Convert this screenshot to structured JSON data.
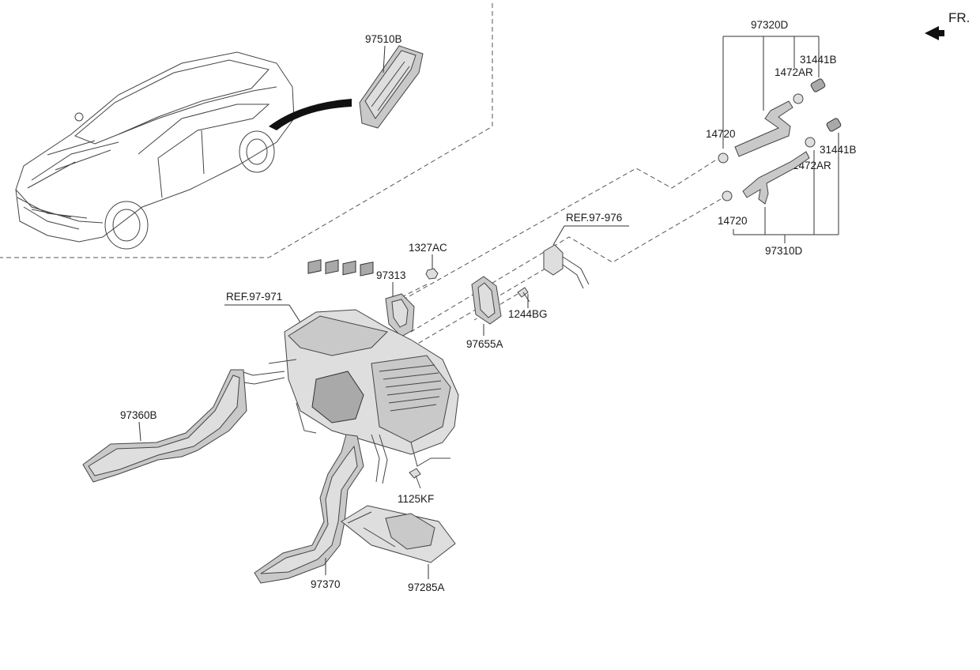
{
  "orientation_label": "FR.",
  "labels": {
    "p97510B": "97510B",
    "p97320D": "97320D",
    "p31441B_top": "31441B",
    "p1472AR_top": "1472AR",
    "p14720_top": "14720",
    "p31441B_bottom": "31441B",
    "p1472AR_bottom": "1472AR",
    "p14720_bottom": "14720",
    "p97310D": "97310D",
    "ref_97_976": "REF.97-976",
    "p1327AC": "1327AC",
    "p97313": "97313",
    "ref_97_971": "REF.97-971",
    "p1244BG": "1244BG",
    "p97655A": "97655A",
    "p97360B": "97360B",
    "p1125KF": "1125KF",
    "p97370": "97370",
    "p97285A": "97285A"
  },
  "icons": {
    "front_arrow": "arrow-icon",
    "vehicle": "car-illustration"
  },
  "colors": {
    "part_fill": "#c9c9c9",
    "line": "#333333",
    "background": "#ffffff"
  }
}
